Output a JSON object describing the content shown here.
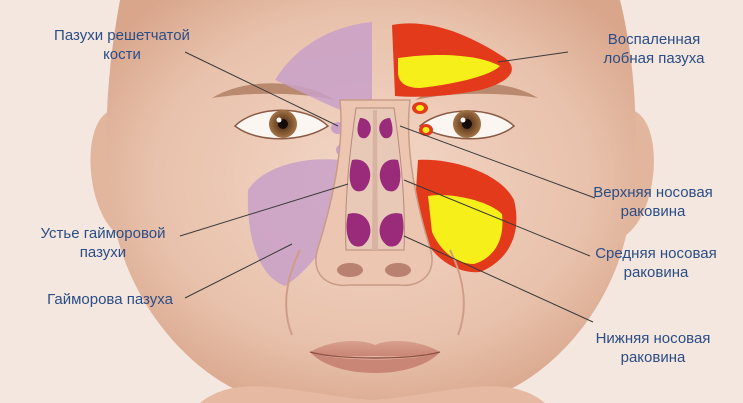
{
  "labels": {
    "ethmoid": {
      "line1": "Пазухи решетчатой",
      "line2": "кости"
    },
    "frontal_inflamed": {
      "line1": "Воспаленная",
      "line2": "лобная пазуха"
    },
    "superior_concha": {
      "line1": "Верхняя носовая",
      "line2": "раковина"
    },
    "maxillary_ostium": {
      "line1": "Устье гайморовой",
      "line2": "пазухи"
    },
    "middle_concha": {
      "line1": "Средняя носовая",
      "line2": "раковина"
    },
    "maxillary_sinus": {
      "line1": "Гайморова пазуха"
    },
    "inferior_concha": {
      "line1": "Нижняя носовая",
      "line2": "раковина"
    }
  },
  "colors": {
    "label_text": "#2b4d86",
    "leader_line": "#3a3a3a",
    "sinus_healthy": "#c9a0c8",
    "inflamed_outer": "#e23a1a",
    "inflamed_inner": "#f7ef1a",
    "nasal_cavity": "#9a2a7a"
  }
}
